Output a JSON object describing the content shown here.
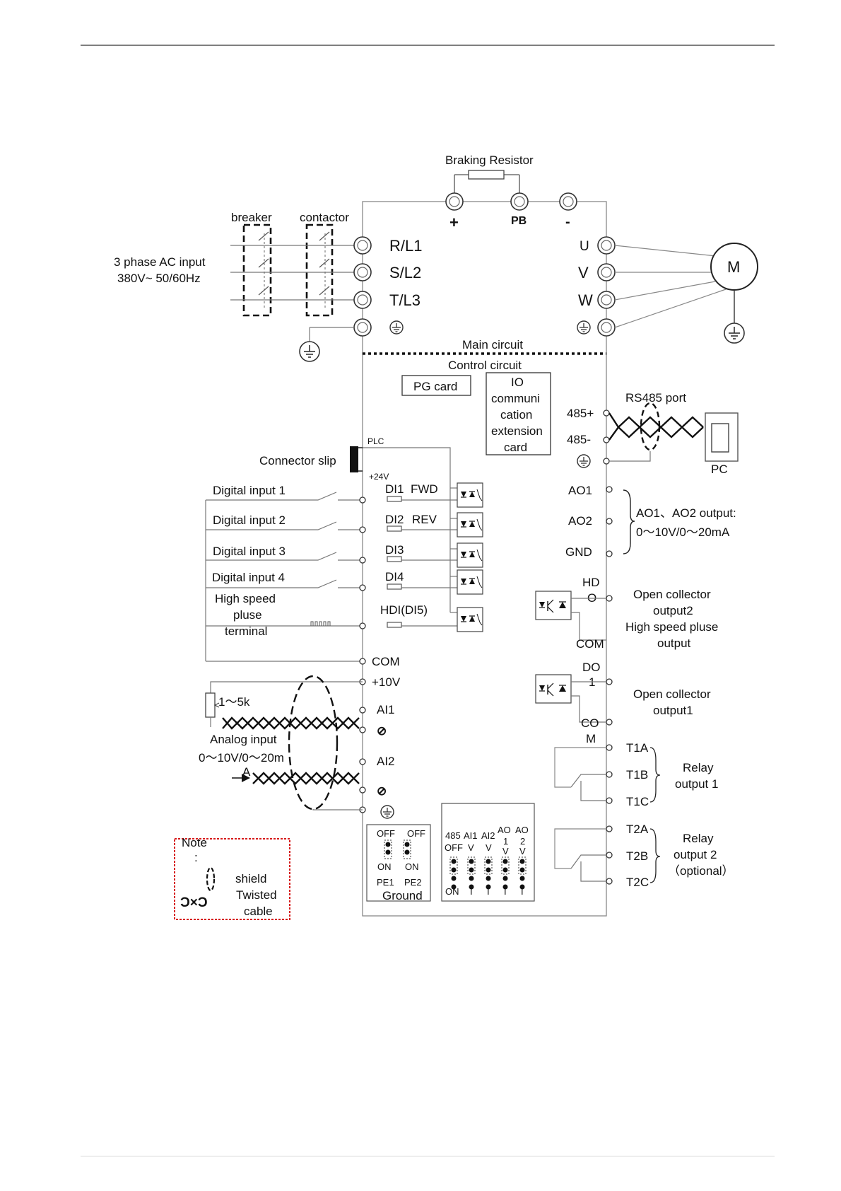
{
  "main": {
    "braking_resistor": "Braking Resistor",
    "plus": "+",
    "pb": "PB",
    "minus": "-",
    "breaker": "breaker",
    "contactor": "contactor",
    "ac_input_1": "3 phase AC input",
    "ac_input_2": "380V~ 50/60Hz",
    "rl1": "R/L1",
    "sl2": "S/L2",
    "tl3": "T/L3",
    "u": "U",
    "v": "V",
    "w": "W",
    "motor": "M",
    "ground_glyph": "⏚",
    "main_circuit": "Main circuit",
    "control_circuit": "Control circuit"
  },
  "control": {
    "pg_card": "PG card",
    "io_card": [
      "IO",
      "communi",
      "cation",
      "extension",
      "card"
    ],
    "rs485_port": "RS485 port",
    "rs485_plus": "485+",
    "rs485_minus": "485-",
    "pc": "PC",
    "plc": "PLC",
    "p24v": "+24V",
    "connector_slip": "Connector slip",
    "digital_inputs": [
      {
        "label": "Digital input 1",
        "terminal": "DI1",
        "func": "FWD"
      },
      {
        "label": "Digital input 2",
        "terminal": "DI2",
        "func": "REV"
      },
      {
        "label": "Digital input 3",
        "terminal": "DI3",
        "func": ""
      },
      {
        "label": "Digital input 4",
        "terminal": "DI4",
        "func": ""
      }
    ],
    "hs_pulse": [
      "High speed",
      "pluse",
      "terminal"
    ],
    "hdi": "HDI(DI5)",
    "com": "COM",
    "p10v": "+10V",
    "pot": "1～5k",
    "ai1": "AI1",
    "ai2": "AI2",
    "gnd_symbol": "⊘",
    "analog_input": "Analog input",
    "analog_range_1": "0～10V/0～20m",
    "analog_range_2": "A",
    "ao1": "AO1",
    "ao2": "AO2",
    "gnd": "GND",
    "ao_output_1": "AO1、AO2 output:",
    "ao_output_2": "0～10V/0～20mA",
    "hdo_1": "HD",
    "hdo_2": "O",
    "oc2": [
      "Open collector",
      "output2",
      "High speed pluse",
      "output"
    ],
    "com2": "COM",
    "do1_1": "DO",
    "do1_2": "1",
    "oc1": [
      "Open collector",
      "output1"
    ],
    "com3_1": "CO",
    "com3_2": "M",
    "t1a": "T1A",
    "t1b": "T1B",
    "t1c": "T1C",
    "relay1": [
      "Relay",
      "output 1"
    ],
    "t2a": "T2A",
    "t2b": "T2B",
    "t2c": "T2C",
    "relay2": [
      "Relay",
      "output 2",
      "（optional）"
    ]
  },
  "switches": {
    "off1": "OFF",
    "off2": "OFF",
    "on1": "ON",
    "on2": "ON",
    "pe1": "PE1",
    "pe2": "PE2",
    "ground": "Ground",
    "h485": "485",
    "hai1": "AI1",
    "hai2": "AI2",
    "hao": "AO",
    "hao2": "AO",
    "row2_off": "OFF",
    "row2_v1": "V",
    "row2_v2": "V",
    "ao_1": "1",
    "ao_2": "2",
    "ao_v1": "V",
    "ao_v2": "V",
    "on3": "ON",
    "i1": "I",
    "i2": "I",
    "i3": "I",
    "i4": "I"
  },
  "note": {
    "title": "Note",
    "colon": ":",
    "shield": "shield",
    "twisted": "Twisted",
    "cable": "cable",
    "symbol": "Ɔ×Ɔ"
  }
}
